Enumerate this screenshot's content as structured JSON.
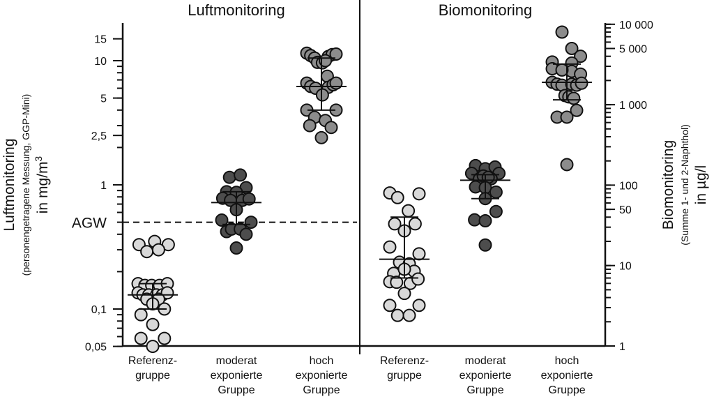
{
  "chart_data": [
    {
      "type": "scatter",
      "title": "Luftmonitoring",
      "ylabel": "Luftmonitoring",
      "ylabel_sub": "(personengetragene Messung, GGP-Mini)",
      "ylabel_unit": "in mg/m",
      "ylabel_unit_sup": "3",
      "yscale": "log",
      "ylim": [
        0.05,
        20
      ],
      "yticks": [
        {
          "value": 15,
          "label": "15"
        },
        {
          "value": 10,
          "label": "10"
        },
        {
          "value": 5,
          "label": "5"
        },
        {
          "value": 2.5,
          "label": "2,5"
        },
        {
          "value": 1,
          "label": "1"
        },
        {
          "value": 0.1,
          "label": "0,1"
        },
        {
          "value": 0.05,
          "label": "0,05"
        }
      ],
      "reference_line": {
        "label": "AGW",
        "value": 0.5,
        "style": "dashed"
      },
      "categories": [
        {
          "lines": [
            "Referenz-",
            "gruppe"
          ]
        },
        {
          "lines": [
            "moderat",
            "exponierte",
            "Gruppe"
          ]
        },
        {
          "lines": [
            "hoch",
            "exponierte",
            "Gruppe"
          ]
        }
      ],
      "groups": [
        {
          "name": "Referenzgruppe",
          "color": "#d9d9d9",
          "median": 0.13,
          "q1": 0.1,
          "q3": 0.16,
          "points": [
            [
              -0.7,
              0.33
            ],
            [
              0.1,
              0.35
            ],
            [
              0.8,
              0.33
            ],
            [
              -0.3,
              0.29
            ],
            [
              0.3,
              0.3
            ],
            [
              -0.75,
              0.16
            ],
            [
              -0.4,
              0.155
            ],
            [
              -0.05,
              0.155
            ],
            [
              0.35,
              0.155
            ],
            [
              0.75,
              0.16
            ],
            [
              -0.75,
              0.135
            ],
            [
              -0.5,
              0.13
            ],
            [
              -0.2,
              0.13
            ],
            [
              0.2,
              0.13
            ],
            [
              0.5,
              0.13
            ],
            [
              0.75,
              0.135
            ],
            [
              -0.3,
              0.12
            ],
            [
              0.3,
              0.12
            ],
            [
              0.0,
              0.11
            ],
            [
              -0.6,
              0.09
            ],
            [
              0.6,
              0.1
            ],
            [
              0.0,
              0.075
            ],
            [
              -0.6,
              0.058
            ],
            [
              0.6,
              0.058
            ],
            [
              0.0,
              0.05
            ]
          ]
        },
        {
          "name": "moderat exponierte Gruppe",
          "color": "#4d4d4d",
          "median": 0.72,
          "q1": 0.48,
          "q3": 0.88,
          "points": [
            [
              -0.35,
              1.15
            ],
            [
              0.2,
              1.2
            ],
            [
              0.5,
              0.95
            ],
            [
              -0.5,
              0.88
            ],
            [
              0.0,
              0.87
            ],
            [
              -0.7,
              0.78
            ],
            [
              -0.3,
              0.75
            ],
            [
              0.3,
              0.75
            ],
            [
              0.65,
              0.77
            ],
            [
              0.0,
              0.63
            ],
            [
              -0.75,
              0.52
            ],
            [
              0.75,
              0.5
            ],
            [
              -0.5,
              0.42
            ],
            [
              -0.25,
              0.44
            ],
            [
              0.2,
              0.44
            ],
            [
              0.5,
              0.4
            ],
            [
              0.0,
              0.31
            ]
          ]
        },
        {
          "name": "hoch exponierte Gruppe",
          "color": "#8c8c8c",
          "median": 6.2,
          "q1": 4.0,
          "q3": 10.5,
          "points": [
            [
              -0.75,
              11.5
            ],
            [
              -0.55,
              11.0
            ],
            [
              -0.35,
              10.5
            ],
            [
              0.35,
              10.8
            ],
            [
              0.55,
              11.2
            ],
            [
              0.75,
              11.3
            ],
            [
              -0.2,
              9.7
            ],
            [
              0.05,
              9.6
            ],
            [
              0.2,
              10.0
            ],
            [
              0.3,
              7.5
            ],
            [
              -0.75,
              6.6
            ],
            [
              -0.55,
              6.2
            ],
            [
              -0.3,
              6.0
            ],
            [
              0.35,
              6.1
            ],
            [
              0.6,
              6.4
            ],
            [
              0.75,
              6.6
            ],
            [
              0.05,
              5.3
            ],
            [
              -0.75,
              4.0
            ],
            [
              0.75,
              4.0
            ],
            [
              -0.35,
              3.5
            ],
            [
              -0.6,
              3.0
            ],
            [
              0.2,
              3.3
            ],
            [
              0.5,
              2.9
            ],
            [
              0.0,
              2.4
            ]
          ]
        }
      ]
    },
    {
      "type": "scatter",
      "title": "Biomonitoring",
      "ylabel": "Biomonitoring",
      "ylabel_sub": "(Summe 1- und 2-Naphthol)",
      "ylabel_unit": "in µg/l",
      "yscale": "log",
      "ylim": [
        1,
        10000
      ],
      "yticks": [
        {
          "value": 10000,
          "label": "10 000"
        },
        {
          "value": 5000,
          "label": "5 000"
        },
        {
          "value": 1000,
          "label": "1 000"
        },
        {
          "value": 100,
          "label": "100"
        },
        {
          "value": 50,
          "label": "50"
        },
        {
          "value": 10,
          "label": "10"
        },
        {
          "value": 1,
          "label": "1"
        }
      ],
      "categories": [
        {
          "lines": [
            "Referenz-",
            "gruppe"
          ]
        },
        {
          "lines": [
            "moderat",
            "exponierte",
            "Gruppe"
          ]
        },
        {
          "lines": [
            "hoch",
            "exponierte",
            "Gruppe"
          ]
        }
      ],
      "groups": [
        {
          "name": "Referenzgruppe",
          "color": "#d9d9d9",
          "median": 12,
          "q1": 7,
          "q3": 40,
          "points": [
            [
              -0.75,
              80
            ],
            [
              -0.35,
              70
            ],
            [
              0.75,
              78
            ],
            [
              0.2,
              48
            ],
            [
              -0.5,
              33
            ],
            [
              0.55,
              33
            ],
            [
              0.0,
              27
            ],
            [
              -0.75,
              17
            ],
            [
              0.75,
              14
            ],
            [
              -0.25,
              11
            ],
            [
              0.25,
              10.5
            ],
            [
              -0.55,
              8
            ],
            [
              0.5,
              8.5
            ],
            [
              0.0,
              9
            ],
            [
              -0.75,
              6.3
            ],
            [
              -0.4,
              6.2
            ],
            [
              0.3,
              6.0
            ],
            [
              0.7,
              6.8
            ],
            [
              0.0,
              4.5
            ],
            [
              -0.75,
              3.2
            ],
            [
              0.75,
              3.2
            ],
            [
              -0.35,
              2.4
            ],
            [
              0.25,
              2.4
            ]
          ]
        },
        {
          "name": "moderat exponierte Gruppe",
          "color": "#4d4d4d",
          "median": 115,
          "q1": 68,
          "q3": 135,
          "points": [
            [
              -0.5,
              175
            ],
            [
              0.0,
              160
            ],
            [
              0.5,
              168
            ],
            [
              -0.7,
              140
            ],
            [
              0.7,
              140
            ],
            [
              -0.3,
              120
            ],
            [
              0.3,
              120
            ],
            [
              -0.1,
              130
            ],
            [
              0.15,
              125
            ],
            [
              -0.5,
              95
            ],
            [
              0.0,
              93
            ],
            [
              0.0,
              68
            ],
            [
              0.55,
              82
            ],
            [
              0.55,
              47
            ],
            [
              -0.55,
              37
            ],
            [
              0.0,
              36
            ],
            [
              0.0,
              18
            ]
          ]
        },
        {
          "name": "hoch exponierte Gruppe",
          "color": "#8c8c8c",
          "median": 1900,
          "q1": 1150,
          "q3": 3200,
          "points": [
            [
              -0.25,
              8000
            ],
            [
              0.25,
              5000
            ],
            [
              0.7,
              4000
            ],
            [
              -0.75,
              3400
            ],
            [
              0.25,
              3300
            ],
            [
              -0.75,
              2800
            ],
            [
              0.25,
              2600
            ],
            [
              0.7,
              2400
            ],
            [
              -0.25,
              2700
            ],
            [
              -0.75,
              1900
            ],
            [
              -0.5,
              1800
            ],
            [
              -0.25,
              1750
            ],
            [
              0.25,
              1800
            ],
            [
              0.5,
              1750
            ],
            [
              0.75,
              1850
            ],
            [
              -0.1,
              1300
            ],
            [
              0.1,
              1250
            ],
            [
              0.35,
              1200
            ],
            [
              0.5,
              850
            ],
            [
              -0.5,
              700
            ],
            [
              0.0,
              700
            ],
            [
              0.0,
              180
            ]
          ]
        }
      ]
    }
  ]
}
